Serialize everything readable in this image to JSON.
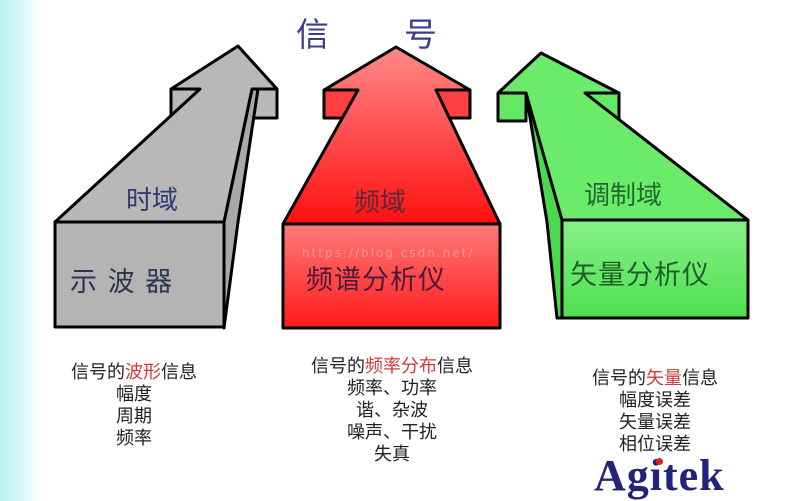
{
  "title": {
    "char1": "信",
    "char2": "号"
  },
  "colors": {
    "time_domain": "#b8b8b8",
    "freq_domain": "#ff3030",
    "mod_domain": "#55e055",
    "title_text": "#3c3c8c",
    "highlight_text": "#d23b3b",
    "logo": "#24237a"
  },
  "arrows": [
    {
      "id": "time",
      "domain_label": "时域",
      "instrument_label": "示 波 器",
      "info": {
        "prefix": "信号的",
        "highlight": "波形",
        "suffix": "信息",
        "items": [
          "幅度",
          "周期",
          "频率"
        ]
      }
    },
    {
      "id": "frequency",
      "domain_label": "频域",
      "instrument_label": "频谱分析仪",
      "info": {
        "prefix": "信号的",
        "highlight": "频率分布",
        "suffix": "信息",
        "items": [
          "频率、功率",
          "谐、杂波",
          "噪声、干扰",
          "失真"
        ]
      }
    },
    {
      "id": "modulation",
      "domain_label": "调制域",
      "instrument_label": "矢量分析仪",
      "info": {
        "prefix": "信号的",
        "highlight": "矢量",
        "suffix": "信息",
        "items": [
          "幅度误差",
          "矢量误差",
          "相位误差"
        ]
      }
    }
  ],
  "watermark": "https://blog.csdn.net/",
  "logo": "Agitek"
}
